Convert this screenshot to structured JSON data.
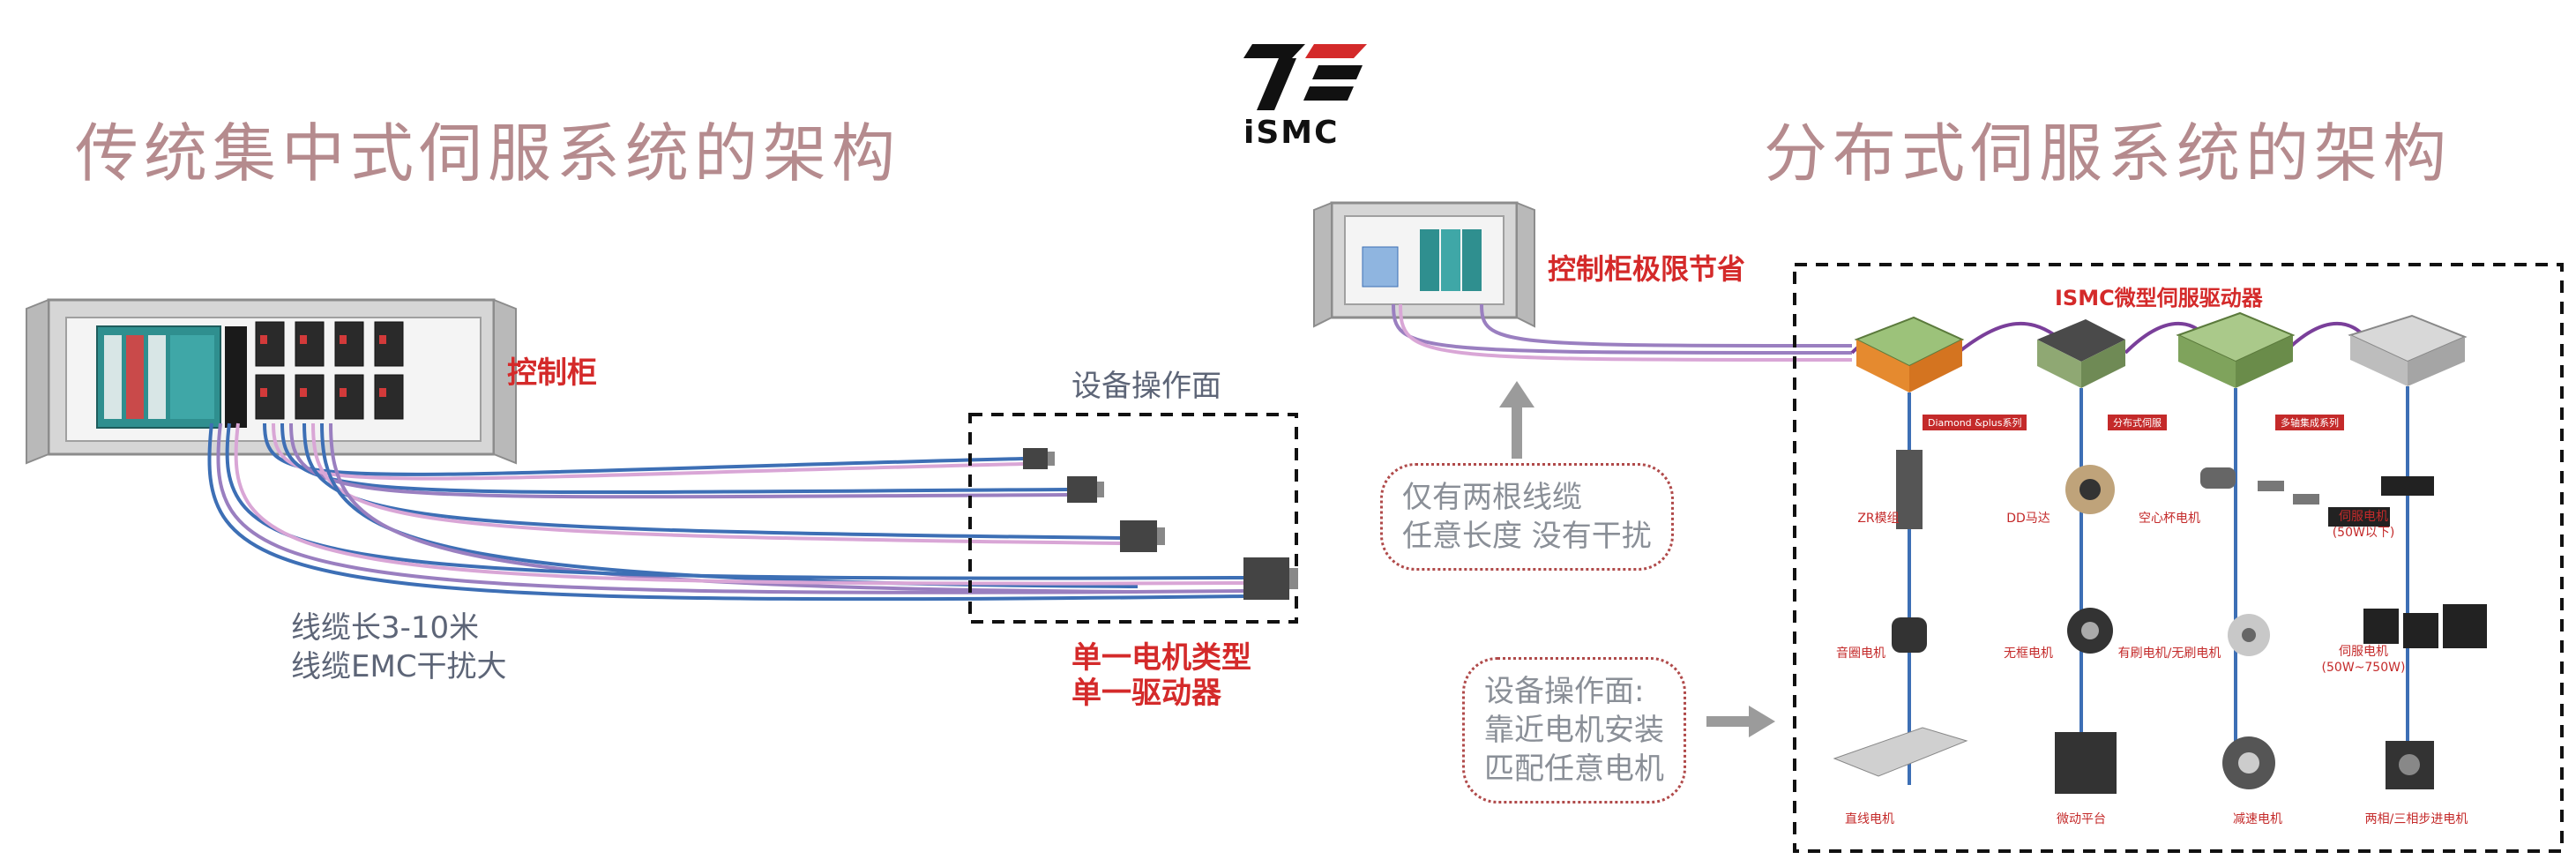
{
  "logo": {
    "text": "iSMC"
  },
  "titles": {
    "left": "传统集中式伺服系统的架构",
    "right": "分布式伺服系统的架构"
  },
  "left": {
    "cabinet_label": "控制柜",
    "operation_area_label": "设备操作面",
    "cable_note_1": "线缆长3-10米",
    "cable_note_2": "线缆EMC干扰大",
    "motor_note_1": "单一电机类型",
    "motor_note_2": "单一驱动器"
  },
  "right": {
    "cabinet_label": "控制柜极限节省",
    "two_cables_1": "仅有两根线缆",
    "two_cables_2": "任意长度 没有干扰",
    "op_surface_1": "设备操作面:",
    "op_surface_2": "靠近电机安装",
    "op_surface_3": "匹配任意电机",
    "driver_title": "ISMC微型伺服驱动器",
    "series_tags": [
      "Diamond &plus系列",
      "分布式伺服",
      "多轴集成系列"
    ],
    "motors": [
      [
        "ZR模组",
        "DD马达",
        "空心杯电机",
        "伺服电机\n(50W以下)"
      ],
      [
        "音圈电机",
        "无框电机",
        "有刷电机/无刷电机",
        "伺服电机\n(50W~750W)"
      ],
      [
        "直线电机",
        "微动平台",
        "减速电机",
        "两相/三相步进电机"
      ]
    ]
  },
  "colors": {
    "title": "#b58b8e",
    "accent_red": "#d42a2a",
    "cable_blue": "#3d6fb5",
    "cable_purple": "#9a7fc0",
    "cable_pink": "#d9a6d6"
  }
}
